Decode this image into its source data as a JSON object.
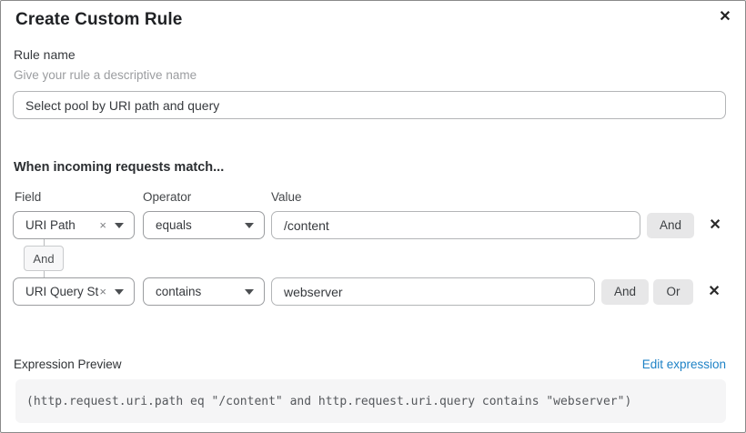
{
  "dialog": {
    "title": "Create Custom Rule"
  },
  "icons": {
    "close": "✕",
    "remove": "✕",
    "clear": "×"
  },
  "rule_name": {
    "label": "Rule name",
    "hint": "Give your rule a descriptive name",
    "value": "Select pool by URI path and query"
  },
  "match": {
    "heading": "When incoming requests match...",
    "columns": {
      "field": "Field",
      "operator": "Operator",
      "value": "Value"
    },
    "rows": [
      {
        "field": "URI Path",
        "operator": "equals",
        "value": "/content",
        "and_label": "And"
      },
      {
        "field": "URI Query St...",
        "operator": "contains",
        "value": "webserver",
        "and_label": "And",
        "or_label": "Or"
      }
    ],
    "connector_label": "And"
  },
  "expression": {
    "label": "Expression Preview",
    "edit_link": "Edit expression",
    "code": "(http.request.uri.path eq \"/content\" and http.request.uri.query contains \"webserver\")"
  },
  "colors": {
    "link_blue": "#1e82c6",
    "button_gray": "#e7e7e8",
    "code_background": "#f5f5f6",
    "border_gray": "#9b9da0"
  }
}
